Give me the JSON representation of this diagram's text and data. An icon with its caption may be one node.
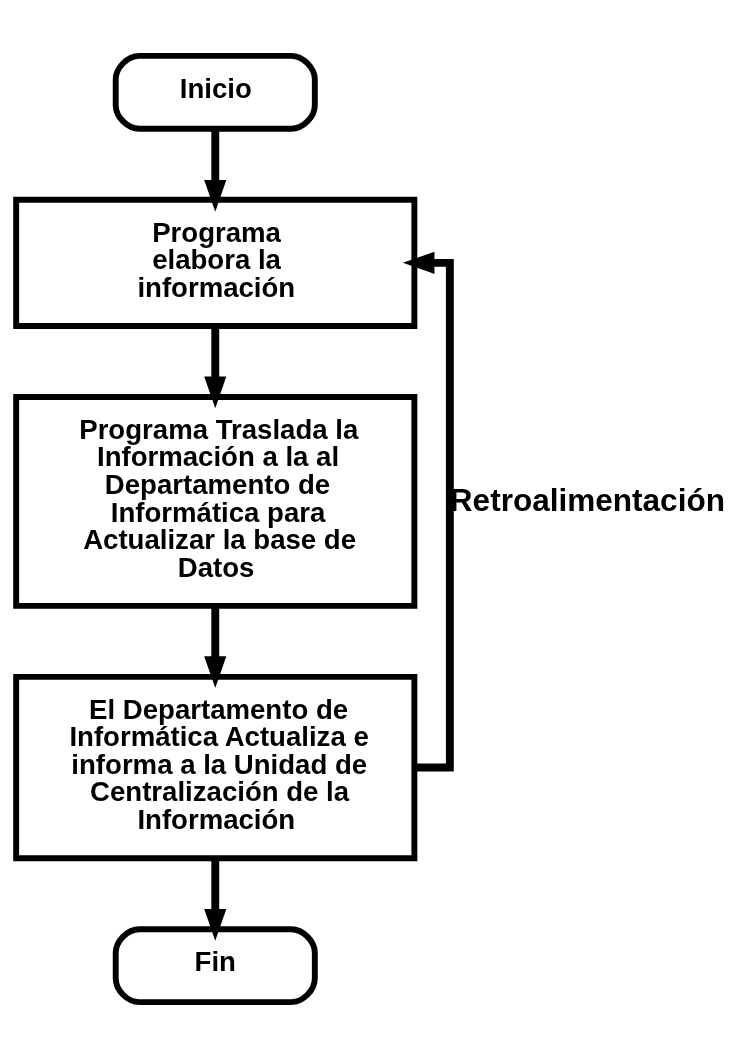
{
  "diagram": {
    "nodes": [
      {
        "text": [
          "Inicio"
        ]
      },
      {
        "text": [
          "Programa elabora la información"
        ]
      },
      {
        "text": [
          "Programa Traslada la Información a la al Departamento de Informática para Actualizar la base de Datos"
        ]
      },
      {
        "text": [
          "El Departamento de Informática Actualiza e informa a la Unidad de Centralización de la Información"
        ]
      },
      {
        "text": [
          "Fin"
        ]
      }
    ],
    "edges": [
      {
        "from": 0,
        "to": 1,
        "arrow": "to"
      },
      {
        "from": 1,
        "to": 2,
        "arrow": "to"
      },
      {
        "from": 2,
        "to": 3,
        "arrow": "to"
      },
      {
        "from": 3,
        "to": 4,
        "arrow": "to"
      },
      {
        "from": 3,
        "to": 1,
        "arrow": "to",
        "label": "Retroalimentación"
      }
    ]
  }
}
